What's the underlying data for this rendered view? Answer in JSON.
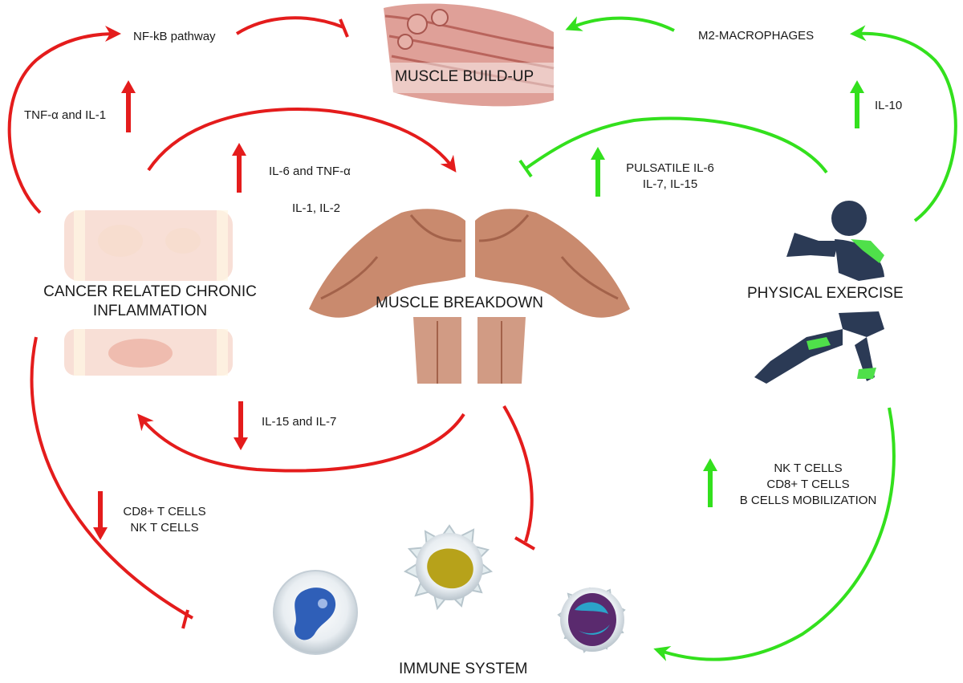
{
  "colors": {
    "inhibitory": "#e41c1c",
    "stimulatory": "#33e01d",
    "text": "#1a1a1a",
    "muscle": "#c98a6e",
    "skin": "#f0c9b8"
  },
  "nodes": {
    "muscle_buildup": "MUSCLE BUILD-UP",
    "muscle_breakdown": "MUSCLE  BREAKDOWN",
    "inflammation_line1": "CANCER RELATED CHRONIC",
    "inflammation_line2": "INFLAMMATION",
    "physical_exercise": "PHYSICAL EXERCISE",
    "immune_system": "IMMUNE SYSTEM"
  },
  "labels": {
    "nfkb": "NF-kB pathway",
    "m2_macrophages": "M2-MACROPHAGES",
    "tnf_il1": "TNF-α and IL-1",
    "il10": "IL-10",
    "il6_tnf": "IL-6  and TNF-α",
    "il1_il2": "IL-1, IL-2",
    "pulsatile_line1": "PULSATILE IL-6",
    "pulsatile_line2": "IL-7, IL-15",
    "il15_il7": "IL-15 and  IL-7",
    "cd8_nk_line1": "CD8+ T CELLS",
    "cd8_nk_line2": "NK T CELLS",
    "mobilization_line1": "NK T CELLS",
    "mobilization_line2": "CD8+ T CELLS",
    "mobilization_line3": "B CELLS MOBILIZATION"
  },
  "icons": [
    "muscle-fiber-illustration",
    "muscle-torso-illustration",
    "inflamed-tissue-illustration",
    "runner-silhouette-illustration",
    "immune-cell-blue-illustration",
    "immune-cell-yellow-illustration",
    "immune-cell-purple-illustration"
  ]
}
